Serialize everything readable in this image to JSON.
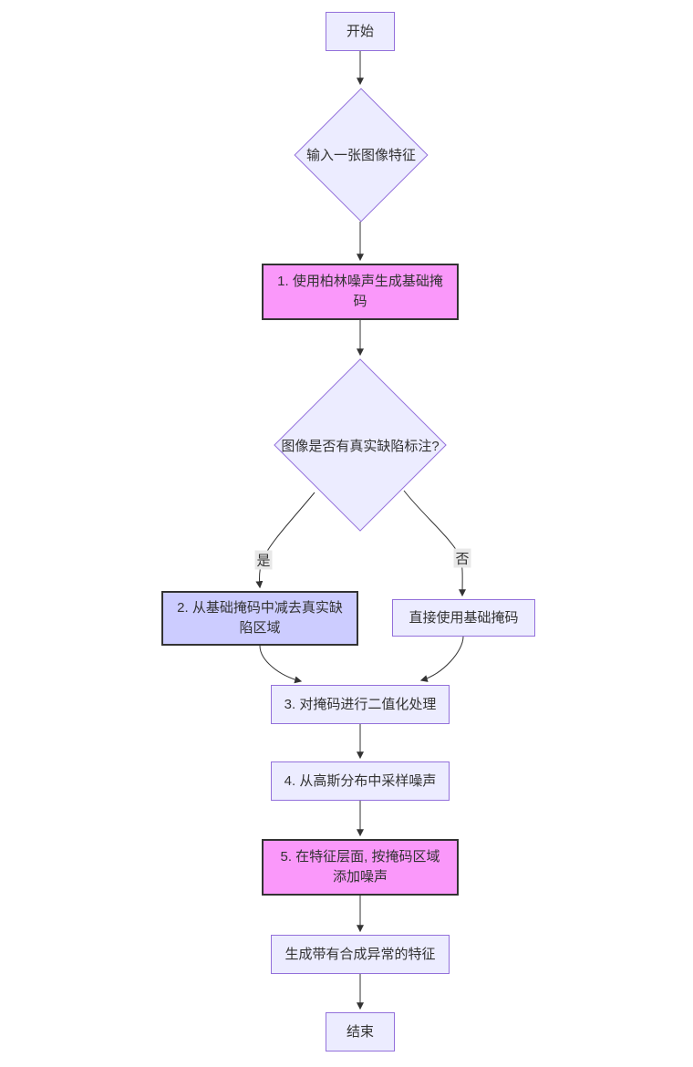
{
  "colors": {
    "canvas_bg": "#ffffff",
    "node_fill": "#ececff",
    "node_border": "#9370db",
    "pink_fill": "#fa98fa",
    "purple_fill": "#ccccff",
    "highlight_border": "#333333",
    "edge": "#333333",
    "text": "#333333",
    "label_bg": "#e8e8e8"
  },
  "nodes": {
    "start": {
      "label": "开始"
    },
    "input": {
      "label": "输入一张图像特征"
    },
    "step1": {
      "label": "1. 使用柏林噪声生成基础掩码"
    },
    "decision": {
      "label": "图像是否有真实缺陷标注?"
    },
    "step2": {
      "label": "2. 从基础掩码中减去真实缺陷区域"
    },
    "use_base": {
      "label": "直接使用基础掩码"
    },
    "step3": {
      "label": "3. 对掩码进行二值化处理"
    },
    "step4": {
      "label": "4. 从高斯分布中采样噪声"
    },
    "step5": {
      "label": "5. 在特征层面, 按掩码区域添加噪声"
    },
    "output": {
      "label": "生成带有合成异常的特征"
    },
    "end": {
      "label": "结束"
    }
  },
  "edge_labels": {
    "yes": "是",
    "no": "否"
  }
}
